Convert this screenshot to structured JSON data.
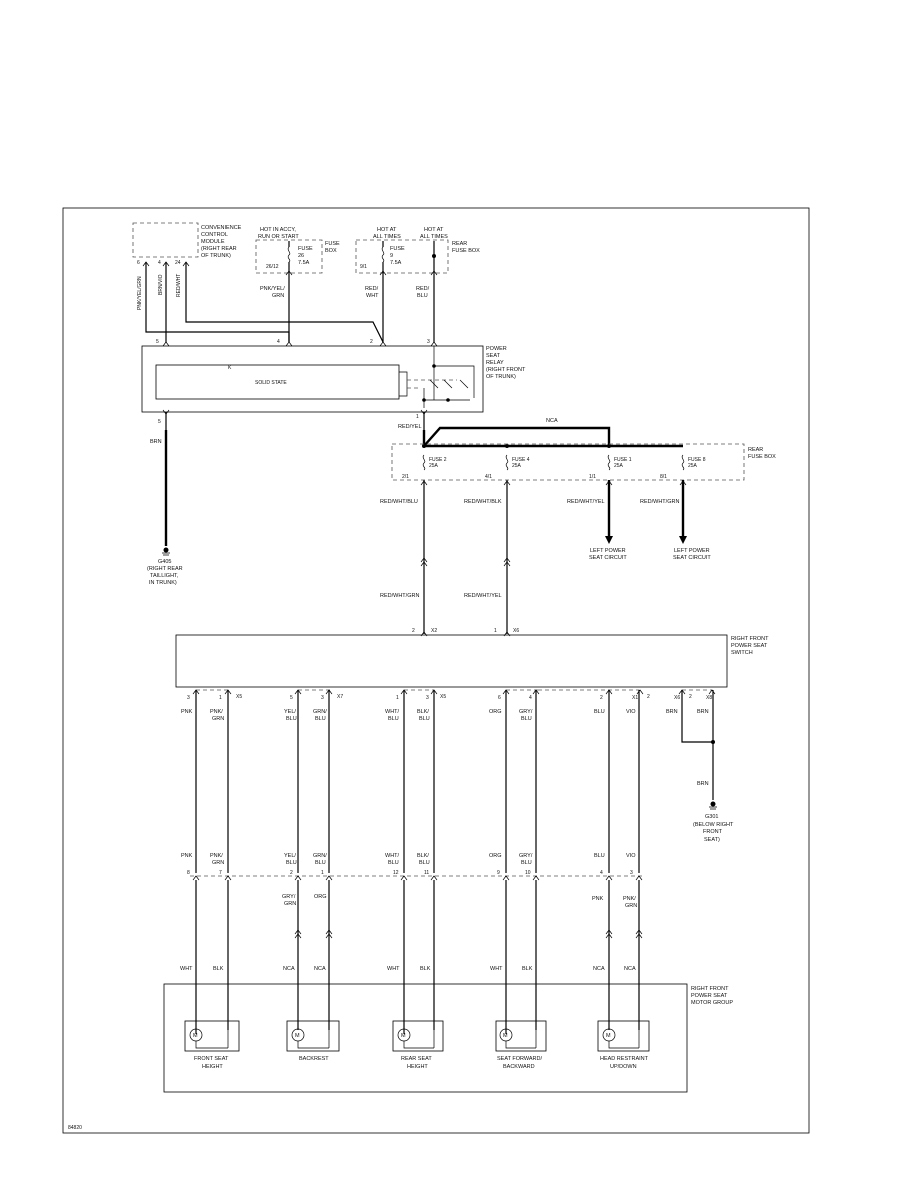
{
  "convenience_module": {
    "label": [
      "CONVENIENCE",
      "CONTROL",
      "MODULE",
      "(RIGHT REAR",
      "OF TRUNK)"
    ],
    "pins": [
      "6",
      "4",
      "24"
    ],
    "wires": [
      "PNK/YEL/GRN",
      "BRN/VIO",
      "RED/WHT"
    ]
  },
  "fuse_box_top": {
    "hot_accy": [
      "HOT IN ACCY,",
      "RUN OR START"
    ],
    "fuse26": [
      "FUSE",
      "26",
      "7.5A"
    ],
    "fuse26_conn": "26/12",
    "fuse_box_label": [
      "FUSE",
      "BOX"
    ],
    "hot_at_all_times": [
      "HOT AT",
      "ALL TIMES"
    ],
    "fuse9": [
      "FUSE",
      "9",
      "7.5A"
    ],
    "fuse9_conn": "9/1",
    "rear_fuse_box": [
      "REAR",
      "FUSE BOX"
    ]
  },
  "wires_to_relay": [
    "PNK/YEL/",
    "GRN",
    "RED/",
    "WHT",
    "RED/",
    "BLU"
  ],
  "relay": {
    "label": [
      "POWER",
      "SEAT",
      "RELAY",
      "(RIGHT FRONT",
      "OF TRUNK)"
    ],
    "solid_state": "SOLID STATE",
    "k": "K",
    "pins_top": [
      "5",
      "4",
      "2",
      "3"
    ],
    "pin_bottom_left": "5",
    "pin_bottom_right": "1"
  },
  "ground_g405": {
    "wire": "BRN",
    "label": [
      "G405",
      "(RIGHT REAR",
      "TAILLIGHT,",
      "IN TRUNK)"
    ]
  },
  "rear_fuse_box2": {
    "wire_in": "RED/YEL",
    "nca": "NCA",
    "label": [
      "REAR",
      "FUSE BOX"
    ],
    "fuses": [
      {
        "name": "FUSE 2",
        "rating": "25A",
        "conn": "2/1"
      },
      {
        "name": "FUSE 4",
        "rating": "25A",
        "conn": "4/1"
      },
      {
        "name": "FUSE 1",
        "rating": "25A",
        "conn": "1/1"
      },
      {
        "name": "FUSE 8",
        "rating": "25A",
        "conn": "8/1"
      }
    ],
    "out_wires": [
      "RED/WHT/BLU",
      "RED/WHT/BLK",
      "RED/WHT/YEL",
      "RED/WHT/GRN"
    ],
    "left_power": [
      "LEFT POWER",
      "SEAT CIRCUIT"
    ]
  },
  "switch_in_wires": [
    "RED/WHT/GRN",
    "RED/WHT/YEL"
  ],
  "switch": {
    "label": [
      "RIGHT FRONT",
      "POWER SEAT",
      "SWITCH"
    ],
    "top_pins": [
      {
        "pin": "2",
        "conn": "X2"
      },
      {
        "pin": "1",
        "conn": "X6"
      }
    ],
    "bottom_pins": [
      "3",
      "1",
      "X5",
      "5",
      "3",
      "X7",
      "1",
      "3",
      "X5",
      "6",
      "4",
      "2",
      "X1",
      "2",
      "X6",
      "2",
      "X8"
    ],
    "brn1": "BRN",
    "brn2": "BRN"
  },
  "ground_g301": {
    "wire": "BRN",
    "label": [
      "G301",
      "(BELOW RIGHT",
      "FRONT",
      "SEAT)"
    ]
  },
  "upper_wires": [
    "PNK",
    "PNK/",
    "GRN",
    "YEL/",
    "BLU",
    "GRN/",
    "BLU",
    "WHT/",
    "BLU",
    "BLK/",
    "BLU",
    "ORG",
    "GRY/",
    "BLU",
    "BLU",
    "VIO"
  ],
  "lower_wires": [
    "PNK",
    "PNK/",
    "GRN",
    "YEL/",
    "BLU",
    "GRN/",
    "BLU",
    "WHT/",
    "BLU",
    "BLK/",
    "BLU",
    "ORG",
    "GRY/",
    "BLU",
    "BLU",
    "VIO"
  ],
  "mid_pins": [
    "8",
    "7",
    "2",
    "1",
    "12",
    "11",
    "9",
    "10",
    "4",
    "3"
  ],
  "mid_wires2": [
    "GRY/",
    "GRN",
    "ORG",
    "PNK",
    "PNK/",
    "GRN"
  ],
  "motor_wires": [
    "WHT",
    "BLK",
    "NCA",
    "NCA",
    "WHT",
    "BLK",
    "WHT",
    "BLK",
    "NCA",
    "NCA"
  ],
  "motor_group": {
    "label": [
      "RIGHT FRONT",
      "POWER SEAT",
      "MOTOR GROUP"
    ],
    "motors": [
      [
        "FRONT SEAT",
        "HEIGHT"
      ],
      [
        "BACKREST"
      ],
      [
        "REAR SEAT",
        "HEIGHT"
      ],
      [
        "SEAT FORWARD/",
        "BACKWARD"
      ],
      [
        "HEAD RESTRAINT",
        "UP/DOWN"
      ]
    ],
    "m": "M"
  },
  "fig_id": "84820"
}
